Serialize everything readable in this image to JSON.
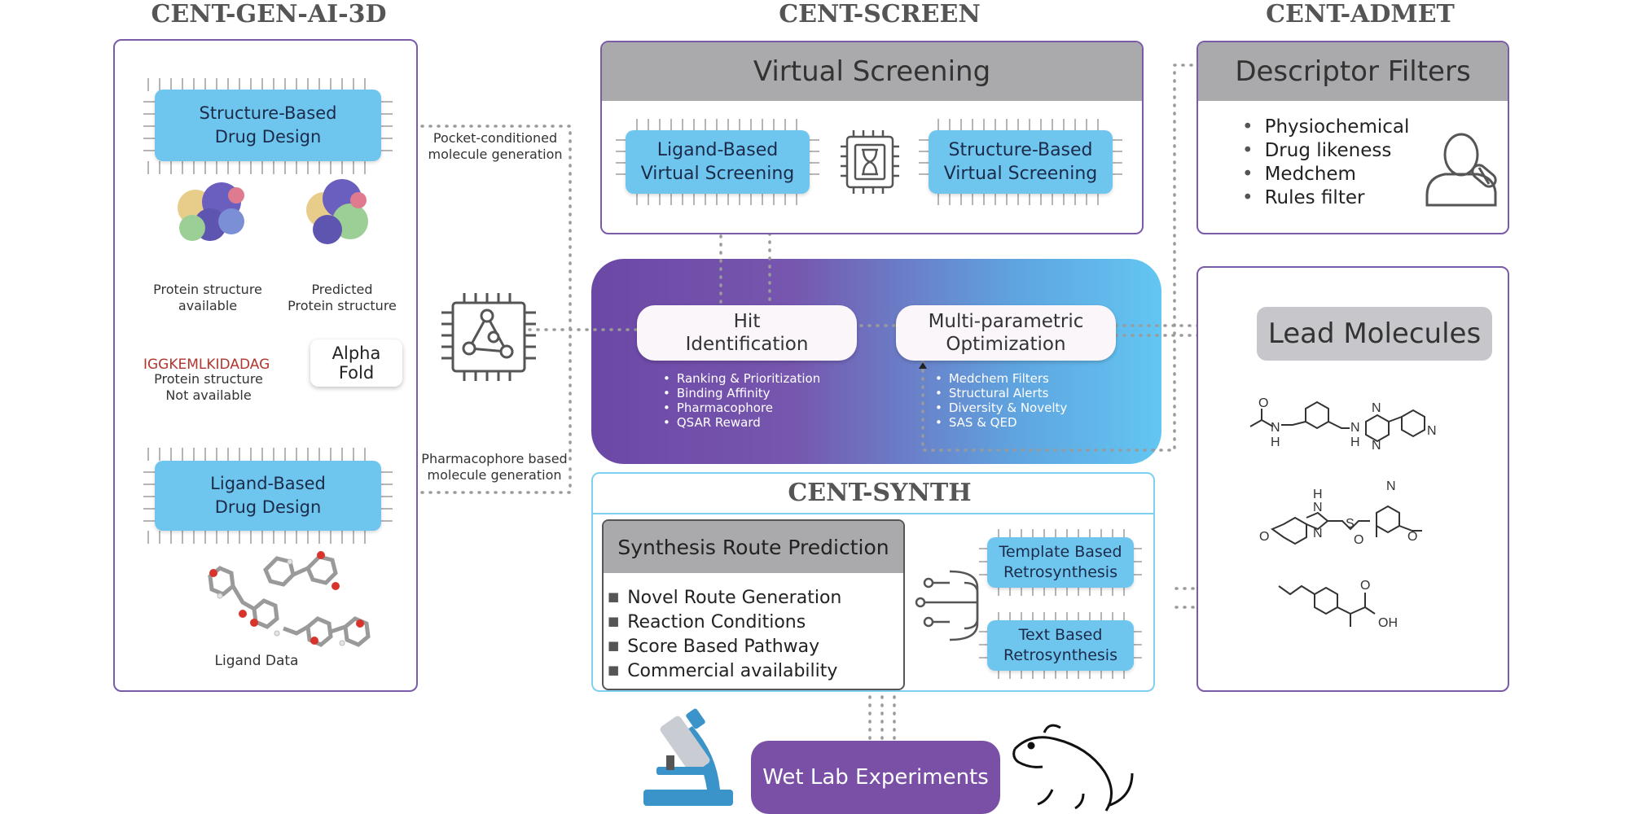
{
  "sections": {
    "gen": "CENT-GEN-AI-3D",
    "screen": "CENT-SCREEN",
    "admet": "CENT-ADMET",
    "synth": "CENT-SYNTH"
  },
  "gen_ai": {
    "sbdd": [
      "Structure-Based",
      "Drug Design"
    ],
    "protein_available": [
      "Protein structure",
      "available"
    ],
    "protein_predicted": [
      "Predicted",
      "Protein structure"
    ],
    "sequence": "IGGKEMLKIDADAG",
    "not_available": [
      "Protein structure",
      "Not available"
    ],
    "alphafold": [
      "Alpha",
      "Fold"
    ],
    "lbdd": [
      "Ligand-Based",
      "Drug Design"
    ],
    "ligand_data": "Ligand Data"
  },
  "connectors": {
    "pocket": [
      "Pocket-conditioned",
      "molecule generation"
    ],
    "pharmacophore": [
      "Pharmacophore based",
      "molecule generation"
    ]
  },
  "screen": {
    "header": "Virtual Screening",
    "ligand_vs": [
      "Ligand-Based",
      "Virtual Screening"
    ],
    "structure_vs": [
      "Structure-Based",
      "Virtual Screening"
    ]
  },
  "hub": {
    "hit": [
      "Hit",
      "Identification"
    ],
    "hit_bullets": [
      "Ranking & Prioritization",
      "Binding Affinity",
      "Pharmacophore",
      "QSAR Reward"
    ],
    "mpo": [
      "Multi-parametric",
      "Optimization"
    ],
    "mpo_bullets": [
      "Medchem Filters",
      "Structural Alerts",
      "Diversity & Novelty",
      "SAS & QED"
    ]
  },
  "admet": {
    "header": "Descriptor Filters",
    "items": [
      "Physiochemical",
      "Drug likeness",
      "Medchem",
      "Rules filter"
    ]
  },
  "lead": {
    "header": "Lead Molecules"
  },
  "synth": {
    "header": "Synthesis Route Prediction",
    "items": [
      "Novel Route Generation",
      "Reaction Conditions",
      "Score Based Pathway",
      "Commercial availability"
    ],
    "template": [
      "Template Based",
      "Retrosynthesis"
    ],
    "text": [
      "Text Based",
      "Retrosynthesis"
    ]
  },
  "wetlab": "Wet Lab Experiments",
  "colors": {
    "accent_blue": "#6ec6ef",
    "purple": "#7a4fa6",
    "gray_header": "#aaa9ab",
    "sequence_red": "#b0372e"
  },
  "icons": [
    "chip-network-icon",
    "hourglass-chip-icon",
    "user-pill-icon",
    "neural-branch-icon",
    "microscope-icon",
    "mouse-icon"
  ]
}
